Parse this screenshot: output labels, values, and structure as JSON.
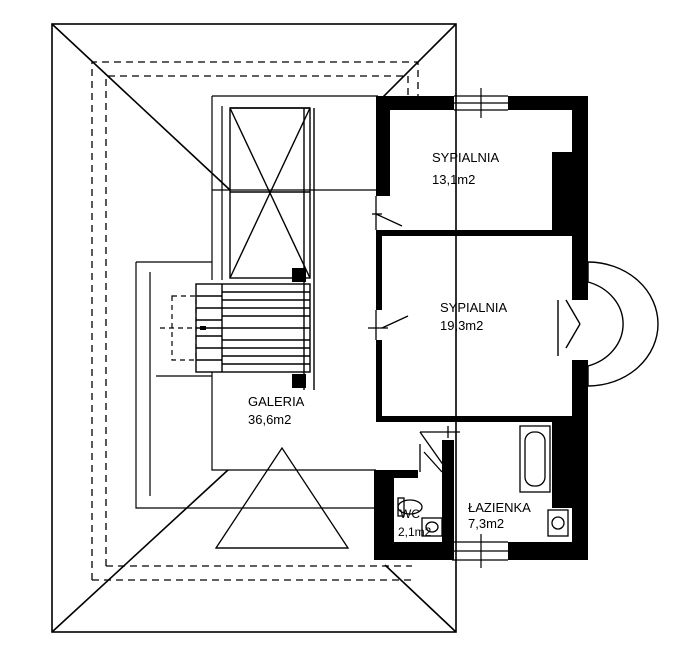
{
  "rooms": {
    "bedroom_1": {
      "name": "SYPIALNIA",
      "area": "13,1m2"
    },
    "bedroom_2": {
      "name": "SYPIALNIA",
      "area": "19,3m2"
    },
    "gallery": {
      "name": "GALERIA",
      "area": "36,6m2"
    },
    "bathroom": {
      "name": "ŁAZIENKA",
      "area": "7,3m2"
    },
    "wc": {
      "name": "WC",
      "area": "2,1m2"
    }
  },
  "colors": {
    "line": "#000000",
    "wall": "#000000",
    "background": "#ffffff"
  }
}
